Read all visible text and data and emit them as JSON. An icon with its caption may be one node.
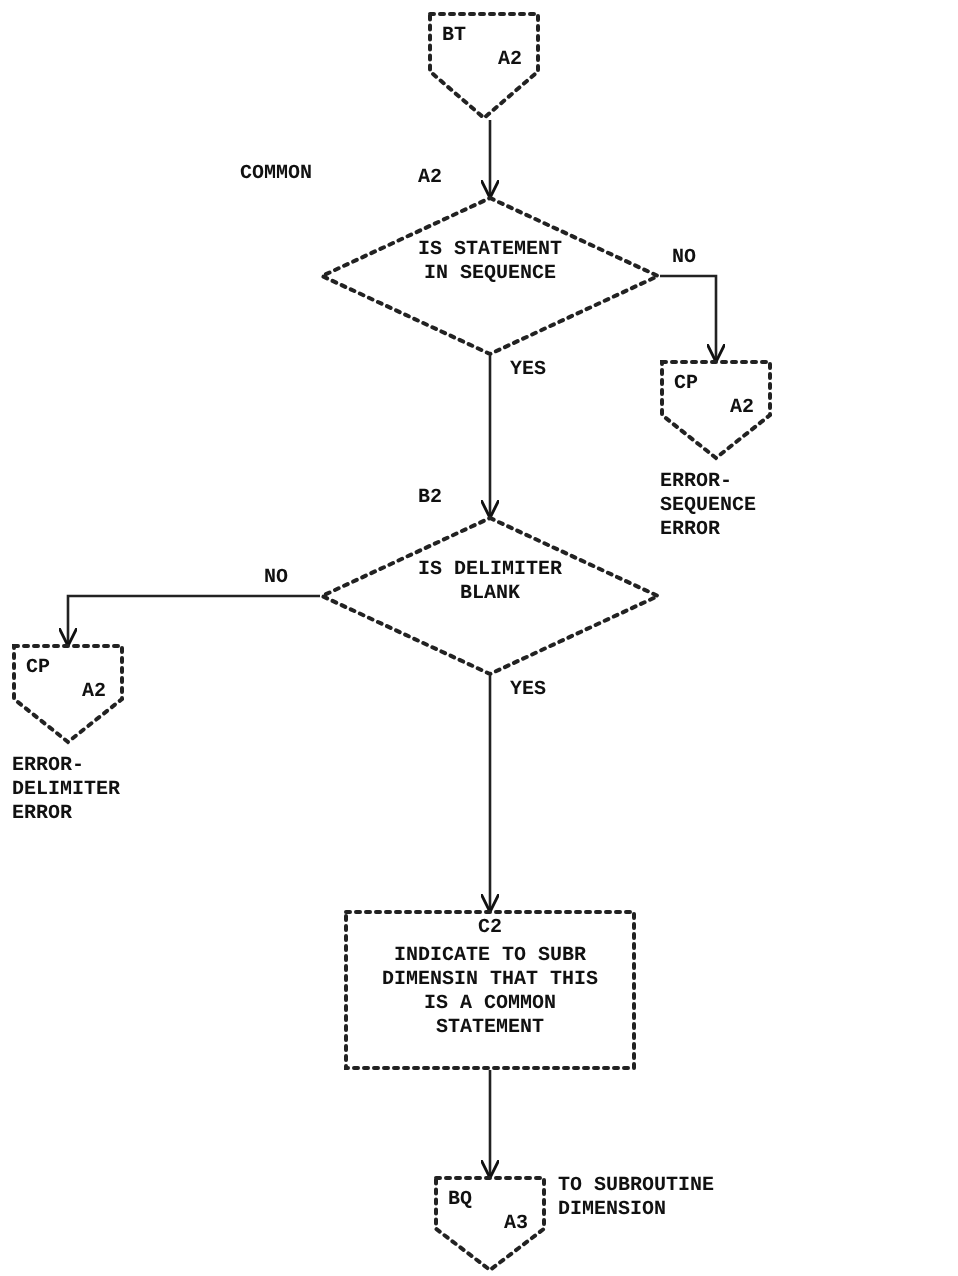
{
  "diagram": {
    "nodes": [
      {
        "text": [
          "BT",
          "A2"
        ]
      },
      {
        "text": [
          "A2",
          "IS STATEMENT IN SEQUENCE"
        ],
        "beside": [
          "COMMON"
        ]
      },
      {
        "text": [
          "CP",
          "A2"
        ],
        "beside": [
          "ERROR- SEQUENCE ERROR"
        ]
      },
      {
        "text": [
          "B2",
          "IS DELIMITER BLANK"
        ]
      },
      {
        "text": [
          "CP",
          "A2"
        ],
        "beside": [
          "ERROR- DELIMITER ERROR"
        ]
      },
      {
        "text": [
          "C2",
          "INDICATE TO SUBR DIMENSIN THAT THIS IS A COMMON STATEMENT"
        ]
      },
      {
        "text": [
          "BQ",
          "A3"
        ],
        "beside": [
          "TO SUBROUTINE DIMENSION"
        ]
      }
    ],
    "edges": [
      {
        "from": 0,
        "to": 1,
        "arrow": "to"
      },
      {
        "from": 1,
        "to": 2,
        "arrow": "to",
        "label": "NO"
      },
      {
        "from": 1,
        "to": 3,
        "arrow": "to",
        "label": "YES"
      },
      {
        "from": 3,
        "to": 4,
        "arrow": "to",
        "label": "NO"
      },
      {
        "from": 3,
        "to": 5,
        "arrow": "to",
        "label": "YES"
      },
      {
        "from": 5,
        "to": 6,
        "arrow": "to"
      }
    ]
  }
}
